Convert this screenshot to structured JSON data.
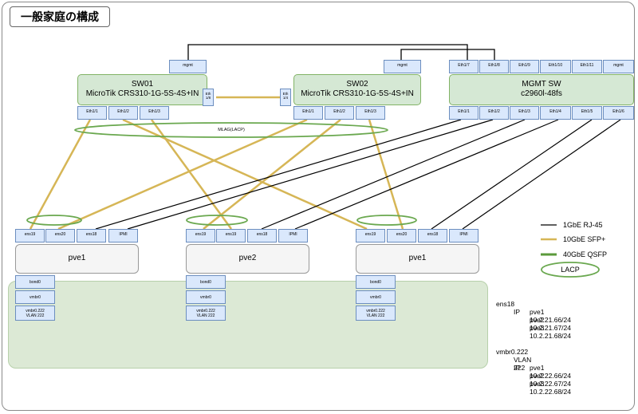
{
  "title": "一般家庭の構成",
  "colors": {
    "gigabit": "#000000",
    "sfp": "#d6b656",
    "qsfp": "#5b9a3b",
    "lacp": "#6aa84f",
    "panel": "#dce9d5"
  },
  "switches": {
    "sw01": {
      "name": "SW01",
      "model": "MicroTik CRS310-1G-5S-4S+IN",
      "mgmt": "mgmt",
      "ports": [
        "Eth1/1",
        "Eth1/2",
        "Eth1/3"
      ],
      "side_port": "Eth 1/8"
    },
    "sw02": {
      "name": "SW02",
      "model": "MicroTik CRS310-1G-5S-4S+IN",
      "mgmt": "mgmt",
      "ports": [
        "Eth1/1",
        "Eth1/2",
        "Eth1/3"
      ],
      "side_port": "Eth 1/4"
    },
    "mgmt": {
      "name": "MGMT SW",
      "model": "c2960l-48fs",
      "top_ports": [
        "Eth1/7",
        "Eth1/8",
        "Eth1/9",
        "Eth1/10",
        "Eth1/11",
        "mgmt"
      ],
      "ports": [
        "Eth1/1",
        "Eth1/2",
        "Eth1/3",
        "Eth1/4",
        "Eth1/5",
        "Eth1/6"
      ]
    }
  },
  "mlag_label": "MLAG(LACP)",
  "hosts": [
    {
      "name": "pve1",
      "ports": [
        "ens19",
        "ens20",
        "ens18",
        "IPMI"
      ],
      "bond": "bond0",
      "vmbr": "vmbr0",
      "vlan_line1": "vmbr0.222",
      "vlan_line2": "VLAN 222"
    },
    {
      "name": "pve2",
      "ports": [
        "ens19",
        "ens19",
        "ens18",
        "IPMI"
      ],
      "bond": "bond0",
      "vmbr": "vmbr0",
      "vlan_line1": "vmbr0.222",
      "vlan_line2": "VLAN 222"
    },
    {
      "name": "pve1",
      "ports": [
        "ens19",
        "ens20",
        "ens18",
        "IPMI"
      ],
      "bond": "bond0",
      "vmbr": "vmbr0",
      "vlan_line1": "vmbr0.222",
      "vlan_line2": "VLAN 222"
    }
  ],
  "legend": {
    "gigabit": "1GbE RJ-45",
    "sfp": "10GbE SFP+",
    "qsfp": "40GbE QSFP",
    "lacp": "LACP"
  },
  "info": {
    "ens18": {
      "title": "ens18",
      "ip_label": "IP",
      "entries": [
        "pve1 10.2.21.66/24",
        "pve2 10.2.21.67/24",
        "pve3 10.2.21.68/24"
      ]
    },
    "vmbr": {
      "title": "vmbr0.222",
      "vlan": "VLAN 222",
      "ip_label": "IP",
      "entries": [
        "pve1 10.2.22.66/24",
        "pve2 10.2.22.67/24",
        "pve3 10.2.22.68/24"
      ]
    }
  }
}
